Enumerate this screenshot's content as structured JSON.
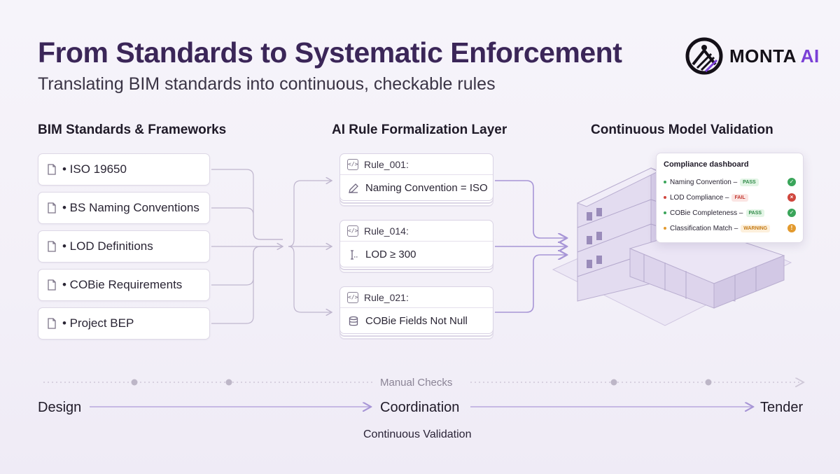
{
  "title": "From Standards to Systematic Enforcement",
  "subtitle": "Translating BIM standards into continuous, checkable rules",
  "brand": {
    "name": "MONTA",
    "suffix": "AI",
    "accent": "#7a3fd6"
  },
  "columns": {
    "standards": "BIM Standards & Frameworks",
    "rules": "AI Rule Formalization Layer",
    "validation": "Continuous Model Validation"
  },
  "standards": [
    {
      "label": "• ISO 19650",
      "icon": "document-icon"
    },
    {
      "label": "• BS Naming Conventions",
      "icon": "document-icon"
    },
    {
      "label": "• LOD Definitions",
      "icon": "document-icon"
    },
    {
      "label": "• COBie Requirements",
      "icon": "document-icon"
    },
    {
      "label": "• Project BEP",
      "icon": "document-icon"
    }
  ],
  "rules": [
    {
      "id": "Rule_001:",
      "text": "Naming Convention = ISO",
      "icon": "pencil-icon"
    },
    {
      "id": "Rule_014:",
      "text": "LOD ≥ 300",
      "icon": "text-cursor-icon"
    },
    {
      "id": "Rule_021:",
      "text": "COBie Fields Not Null",
      "icon": "database-icon"
    }
  ],
  "dashboard": {
    "title": "Compliance dashboard",
    "items": [
      {
        "label": "Naming Convention –",
        "status": "PASS",
        "dot": "#3aa55a",
        "badge_bg": "#e3f5e6",
        "badge_fg": "#2f8a48",
        "icon_bg": "#3aa55a",
        "icon": "check-icon"
      },
      {
        "label": "LOD Compliance –",
        "status": "FAIL",
        "dot": "#d0463d",
        "badge_bg": "#fbe5e3",
        "badge_fg": "#c23a33",
        "icon_bg": "#d0463d",
        "icon": "x-icon"
      },
      {
        "label": "COBie Completeness –",
        "status": "PASS",
        "dot": "#3aa55a",
        "badge_bg": "#e3f5e6",
        "badge_fg": "#2f8a48",
        "icon_bg": "#3aa55a",
        "icon": "check-icon"
      },
      {
        "label": "Classification Match –",
        "status": "WARNING",
        "dot": "#e39a2e",
        "badge_bg": "#fdf0dc",
        "badge_fg": "#c47a14",
        "icon_bg": "#e39a2e",
        "icon": "exclamation-icon"
      }
    ]
  },
  "timeline": {
    "manual_checks": "Manual Checks",
    "stages": [
      "Design",
      "Coordination",
      "Tender"
    ],
    "continuous": "Continuous Validation"
  },
  "colors": {
    "title": "#3b2658",
    "connector": "#bfb6ce",
    "rule_arrow": "#a795d6",
    "purple_line": "#9b86dc"
  }
}
